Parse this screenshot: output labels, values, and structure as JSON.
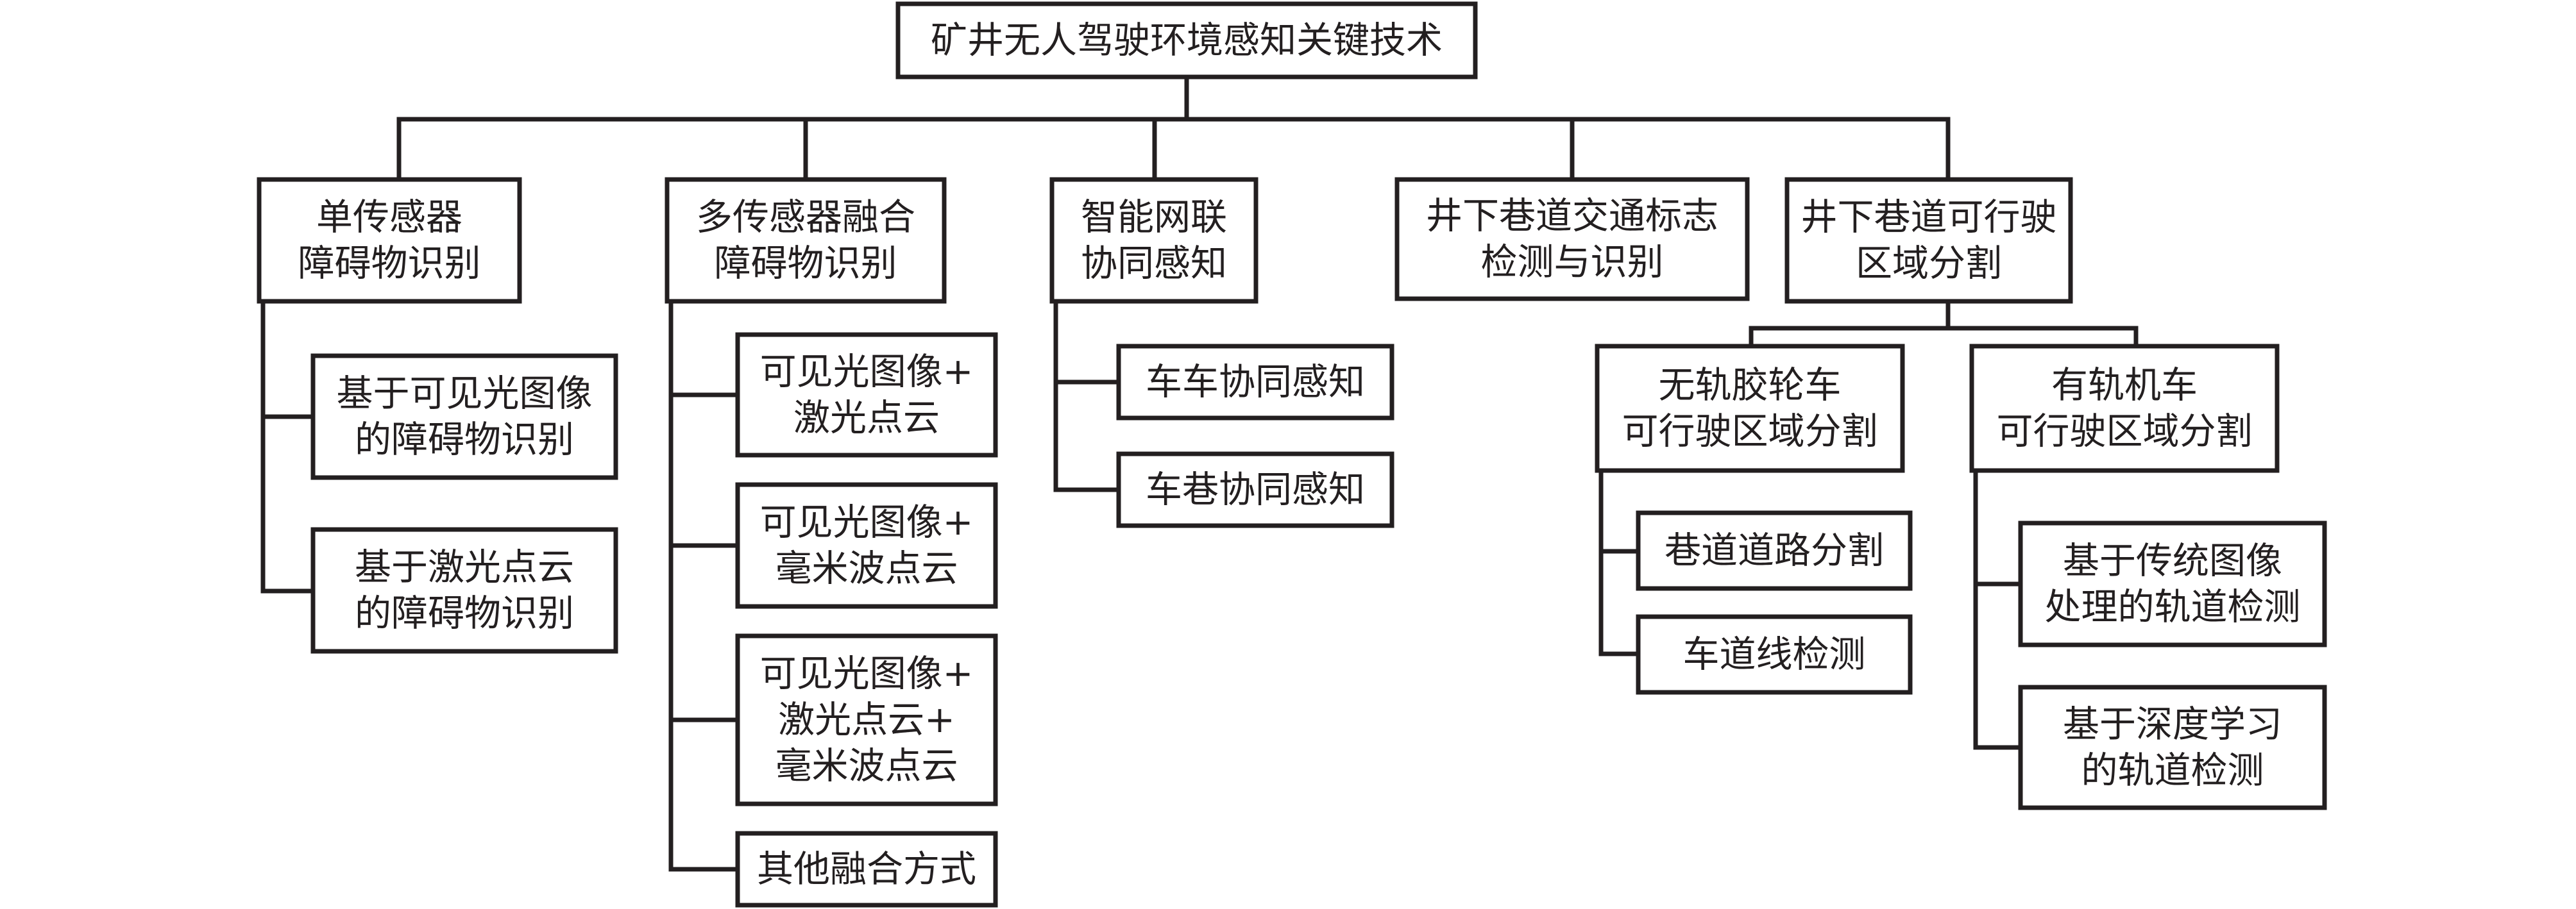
{
  "root": {
    "label": "矿井无人驾驶环境感知关键技术"
  },
  "categories": [
    {
      "lines": [
        "单传感器",
        "障碍物识别"
      ],
      "children": [
        {
          "lines": [
            "基于可见光图像",
            "的障碍物识别"
          ]
        },
        {
          "lines": [
            "基于激光点云",
            "的障碍物识别"
          ]
        }
      ]
    },
    {
      "lines": [
        "多传感器融合",
        "障碍物识别"
      ],
      "children": [
        {
          "lines": [
            "可见光图像+",
            "激光点云"
          ]
        },
        {
          "lines": [
            "可见光图像+",
            "毫米波点云"
          ]
        },
        {
          "lines": [
            "可见光图像+",
            "激光点云+",
            "毫米波点云"
          ]
        },
        {
          "lines": [
            "其他融合方式"
          ]
        }
      ]
    },
    {
      "lines": [
        "智能网联",
        "协同感知"
      ],
      "children": [
        {
          "lines": [
            "车车协同感知"
          ]
        },
        {
          "lines": [
            "车巷协同感知"
          ]
        }
      ]
    },
    {
      "lines": [
        "井下巷道交通标志",
        "检测与识别"
      ],
      "children": []
    },
    {
      "lines": [
        "井下巷道可行驶",
        "区域分割"
      ],
      "subgroups": [
        {
          "lines": [
            "无轨胶轮车",
            "可行驶区域分割"
          ],
          "children": [
            {
              "lines": [
                "巷道道路分割"
              ]
            },
            {
              "lines": [
                "车道线检测"
              ]
            }
          ]
        },
        {
          "lines": [
            "有轨机车",
            "可行驶区域分割"
          ],
          "children": [
            {
              "lines": [
                "基于传统图像",
                "处理的轨道检测"
              ]
            },
            {
              "lines": [
                "基于深度学习",
                "的轨道检测"
              ]
            }
          ]
        }
      ]
    }
  ]
}
